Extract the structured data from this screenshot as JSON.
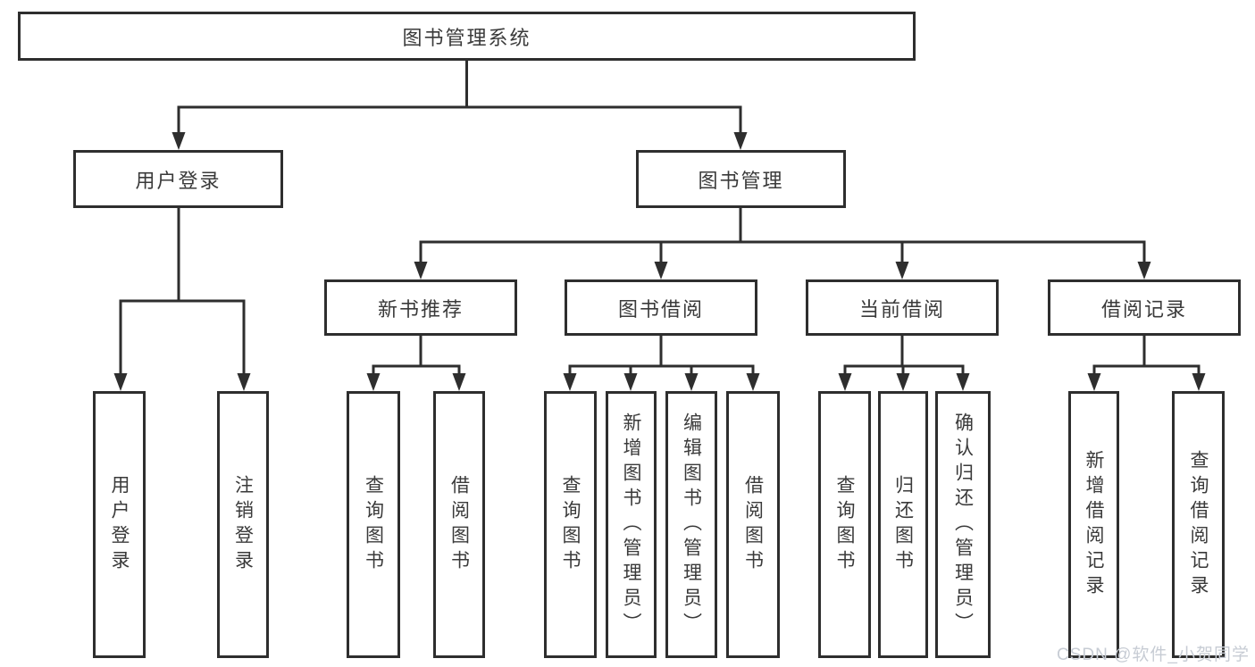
{
  "diagram": {
    "root": "图书管理系统",
    "branches": [
      {
        "label": "用户登录",
        "children": [
          "用户登录",
          "注销登录"
        ]
      },
      {
        "label": "图书管理",
        "sections": [
          {
            "label": "新书推荐",
            "children": [
              "查询图书",
              "借阅图书"
            ]
          },
          {
            "label": "图书借阅",
            "children": [
              "查询图书",
              "新增图书（管理员）",
              "编辑图书（管理员）",
              "借阅图书"
            ]
          },
          {
            "label": "当前借阅",
            "children": [
              "查询图书",
              "归还图书",
              "确认归还（管理员）"
            ]
          },
          {
            "label": "借阅记录",
            "children": [
              "新增借阅记录",
              "查询借阅记录"
            ]
          }
        ]
      }
    ]
  },
  "watermark": {
    "text": "CSDN @软件_小贺同学"
  },
  "colors": {
    "line": "#2e2e2e",
    "box_border": "#2e2e2e",
    "box_background": "#ffffff",
    "text": "#3a3a3a",
    "watermark": "#c7ccd4",
    "background": "#ffffff"
  }
}
